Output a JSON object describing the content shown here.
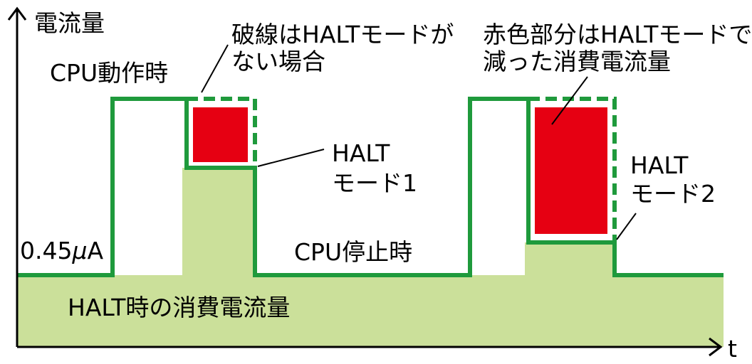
{
  "axis": {
    "y_label": "電流量",
    "x_label": "t"
  },
  "labels": {
    "cpu_active": "CPU動作時",
    "cpu_stopped": "CPU停止時",
    "baseline_value": "0.45",
    "baseline_mu": "μ",
    "baseline_unit": "A",
    "halt_current": "HALT時の消費電流量",
    "halt_mode1_line1": "HALT",
    "halt_mode1_line2": "モード1",
    "halt_mode2_line1": "HALT",
    "halt_mode2_line2": "モード2",
    "dashed_note_line1": "破線はHALTモードが",
    "dashed_note_line2": "ない場合",
    "red_note_line1": "赤色部分はHALTモードで",
    "red_note_line2": "減った消費電流量"
  },
  "colors": {
    "green_line": "#1f9a3c",
    "green_fill": "#cbe09a",
    "red_fill": "#e60012",
    "axis": "#000000"
  }
}
